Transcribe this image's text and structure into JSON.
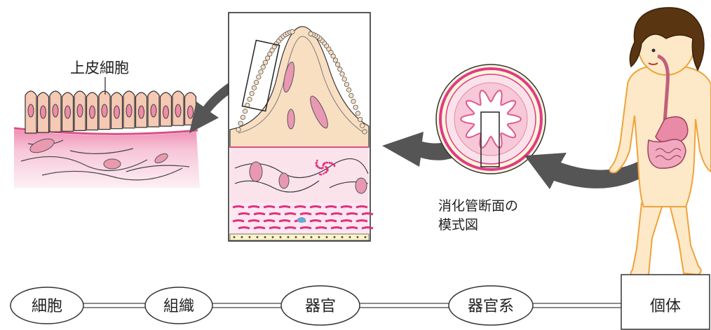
{
  "labels": {
    "epithelial_cell": "上皮細胞",
    "cross_section_line1": "消化管断面の",
    "cross_section_line2": "模式図"
  },
  "hierarchy": {
    "cell": "細胞",
    "tissue": "組織",
    "organ": "器官",
    "organ_system": "器官系",
    "individual": "個体"
  },
  "colors": {
    "skin": "#fde9c8",
    "skin_outline": "#f0a23a",
    "cell_fill": "#f5c9b3",
    "tissue_pink": "#f7c8d8",
    "magenta": "#e0307e",
    "arrow": "#555555",
    "hair": "#5a3512"
  }
}
